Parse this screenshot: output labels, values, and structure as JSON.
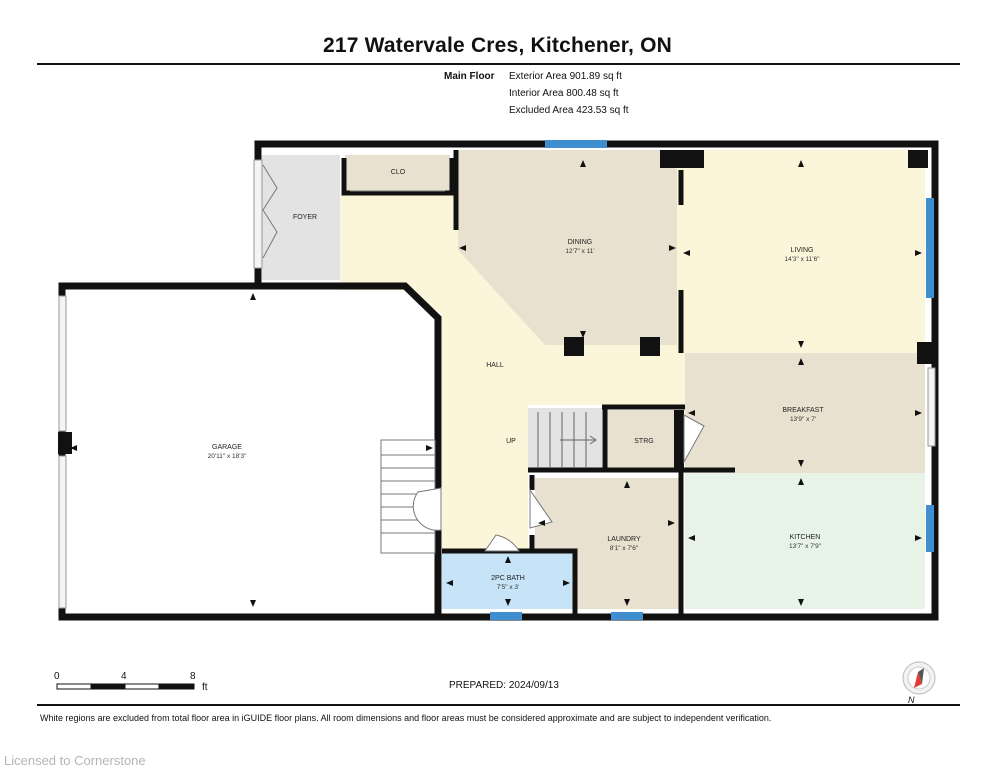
{
  "header": {
    "title": "217 Watervale Cres, Kitchener, ON",
    "floor_label": "Main Floor",
    "exterior_area": "Exterior Area 901.89 sq ft",
    "interior_area": "Interior Area 800.48 sq ft",
    "excluded_area": "Excluded Area 423.53 sq ft"
  },
  "rooms": {
    "clo": "CLO",
    "foyer": "FOYER",
    "dining": {
      "name": "DINING",
      "dims": "12'7\" x 11'"
    },
    "living": {
      "name": "LIVING",
      "dims": "14'3\" x 11'6\""
    },
    "hall": "HALL",
    "up": "UP",
    "garage": {
      "name": "GARAGE",
      "dims": "20'11\" x 18'3\""
    },
    "strg": "STRG",
    "breakfast": {
      "name": "BREAKFAST",
      "dims": "13'9\" x 7'"
    },
    "laundry": {
      "name": "LAUNDRY",
      "dims": "8'1\" x 7'6\""
    },
    "kitchen": {
      "name": "KITCHEN",
      "dims": "13'7\" x 7'9\""
    },
    "bath": {
      "name": "2PC BATH",
      "dims": "7'5\" x 3'"
    }
  },
  "colors": {
    "wall": "#111111",
    "hall": "#fbf6d9",
    "dining": "#e9e1d0",
    "living": "#fbf6d9",
    "breakfast": "#e9e1d0",
    "laundry": "#e9e1d0",
    "kitchen": "#e6f3e6",
    "bath": "#c7e3f7",
    "excluded": "#e3e3e3",
    "window": "#3f8fd0"
  },
  "scale": {
    "zero": "0",
    "four": "4",
    "eight": "8",
    "unit": "ft"
  },
  "footer": {
    "prepared": "PREPARED: 2024/09/13",
    "north": "N",
    "disclaimer": "White regions are excluded from total floor area in iGUIDE floor plans. All room dimensions and floor areas must be considered approximate and are subject to independent verification.",
    "watermark": "Licensed to Cornerstone"
  }
}
